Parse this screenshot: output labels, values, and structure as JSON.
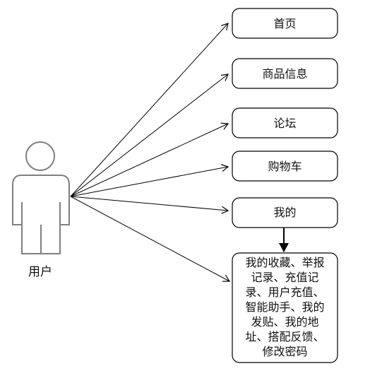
{
  "actor": {
    "label": "用户"
  },
  "use_cases": [
    {
      "id": "home",
      "label": "首页"
    },
    {
      "id": "product-info",
      "label": "商品信息"
    },
    {
      "id": "forum",
      "label": "论坛"
    },
    {
      "id": "cart",
      "label": "购物车"
    },
    {
      "id": "mine",
      "label": "我的"
    }
  ],
  "sub_box": {
    "lines": [
      "我的收藏、举报",
      "记录、充值记",
      "录、用户充值、",
      "智能助手、我的",
      "发贴、我的地",
      "址、搭配反馈、",
      "修改密码"
    ]
  },
  "colors": {
    "stroke": "#000000",
    "actor": "#7f7f7f",
    "text": "#111111"
  }
}
